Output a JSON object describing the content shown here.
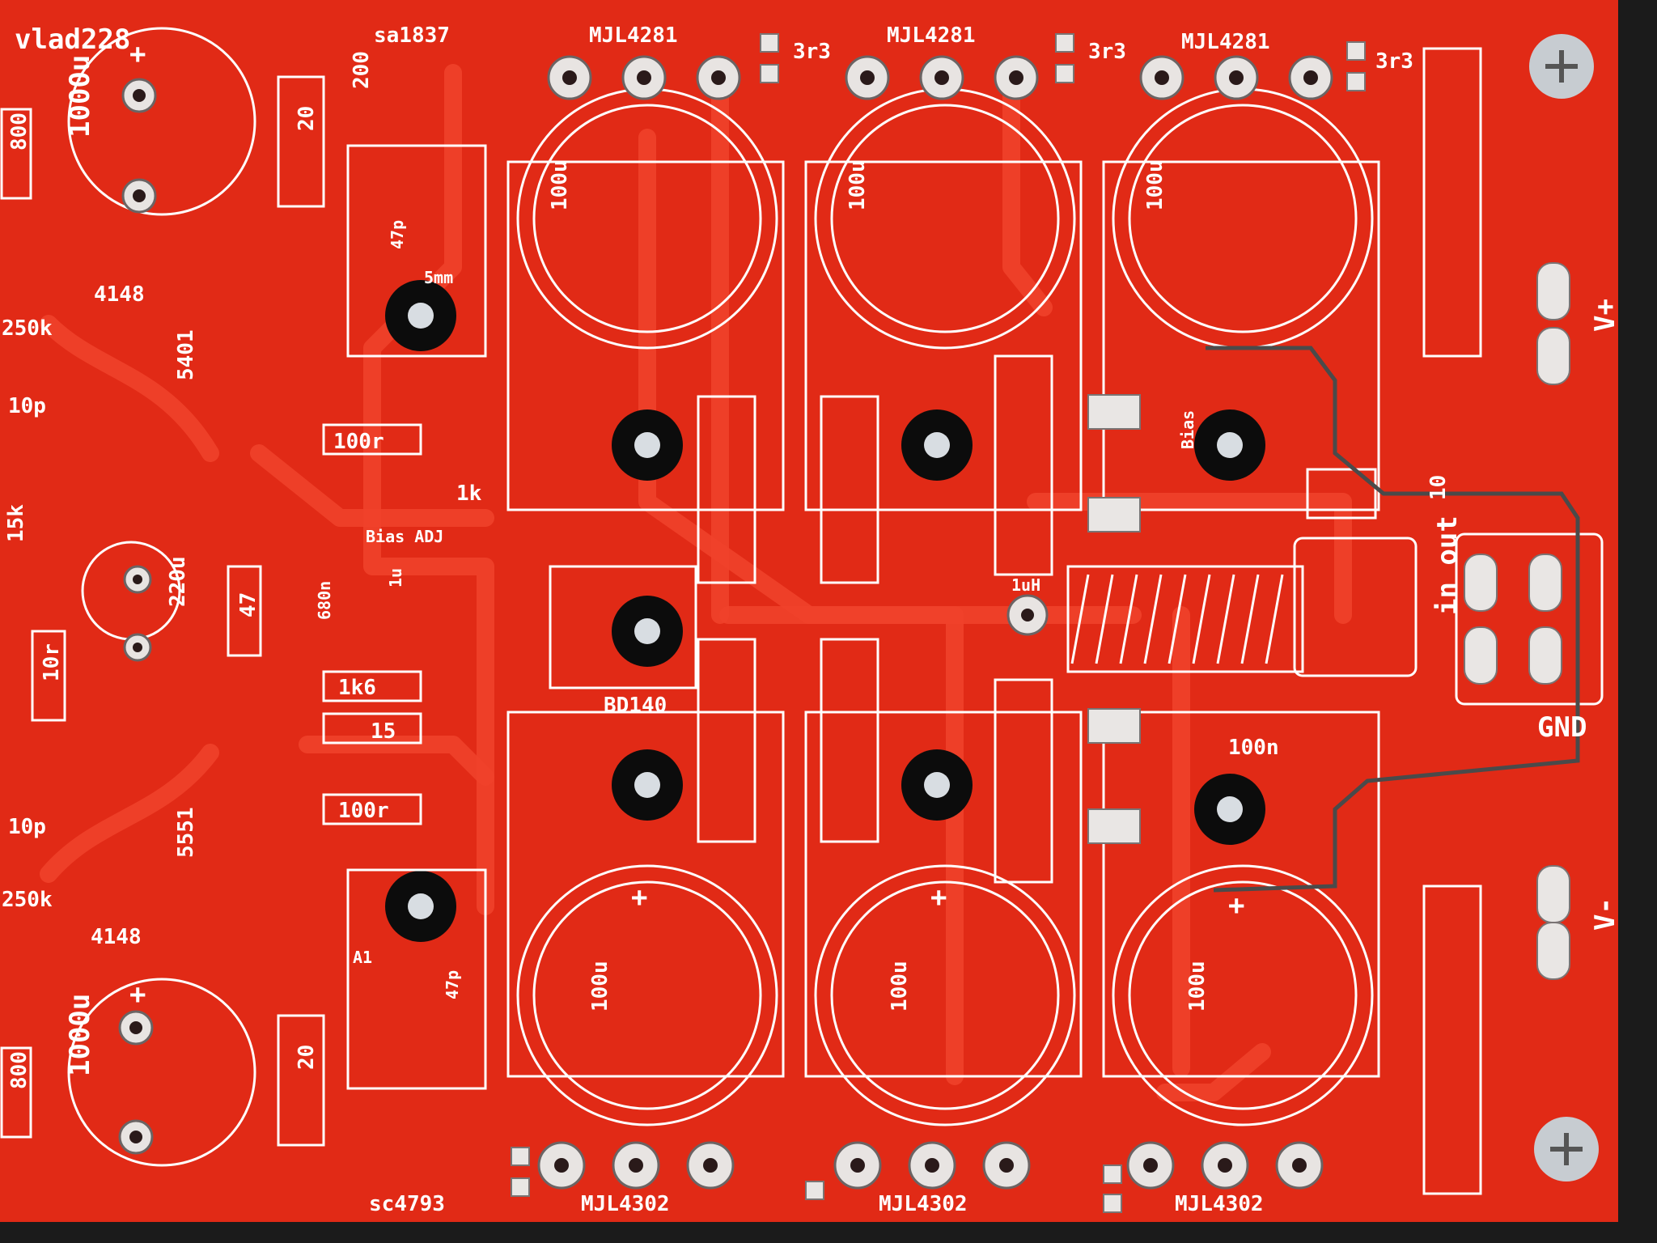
{
  "board": {
    "author": "vlad228",
    "colors": {
      "solder_mask": "#e12a16",
      "silkscreen": "#ffffff",
      "pad": "#e8e4e2",
      "frame": "#1a1a1a"
    }
  },
  "components": {
    "q_top_pre": "sa1837",
    "q_bottom_pre": "sc4793",
    "q_top_out": [
      "MJL4281",
      "MJL4281",
      "MJL4281"
    ],
    "q_bottom_out": [
      "MJL4302",
      "MJL4302",
      "MJL4302"
    ],
    "q_bias": "BD140",
    "r_emitter": "3r3",
    "r_200": "200",
    "r_20": "20",
    "c_1000u": "1000u",
    "c_100u": "100u",
    "c_220u": "220u",
    "r_800": "800",
    "r_250k": "250k",
    "d_4148": "4148",
    "q_5401": "5401",
    "q_5551": "5551",
    "c_10p": "10p",
    "c_47p": "47p",
    "r_100r": "100r",
    "r_1k": "1k",
    "bias_adj": "Bias ADJ",
    "r_47": "47",
    "c_680n": "680n",
    "c_1u": "1u",
    "r_10r": "10r",
    "r_1k6": "1k6",
    "r_15": "15",
    "r_15k": "15k",
    "l_1uH": "1uH",
    "r_10": "10",
    "c_100n": "100n",
    "bias_sensor": "Bias",
    "hole_note": "5mm",
    "a1": "A1",
    "plus": "+",
    "v_plus": "V+",
    "v_minus": "V-",
    "gnd": "GND",
    "in_out": "in out"
  }
}
